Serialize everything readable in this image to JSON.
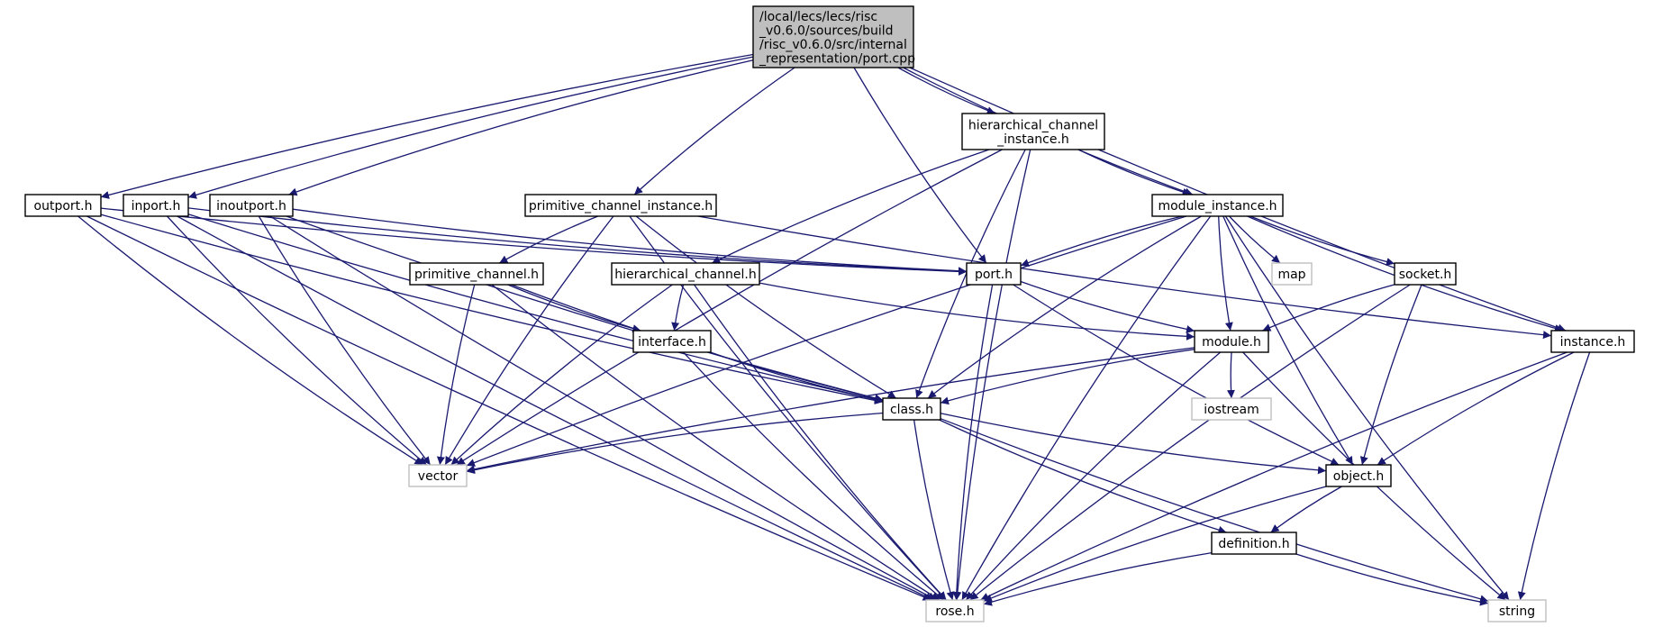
{
  "diagram": {
    "colors": {
      "edge": "#191970",
      "root_fill": "#bfbfbf",
      "node_fill": "#ffffff",
      "node_stroke": "#000000",
      "external_stroke": "#bfbfbf",
      "external_text": "#555555"
    },
    "nodes": [
      {
        "id": "port_cpp",
        "kind": "root",
        "lines": [
          "/local/lecs/lecs/risc",
          "_v0.6.0/sources/build",
          "/risc_v0.6.0/src/internal",
          "_representation/port.cpp"
        ]
      },
      {
        "id": "hierarchical_channel_instance_h",
        "kind": "file",
        "lines": [
          "hierarchical_channel",
          "_instance.h"
        ]
      },
      {
        "id": "outport_h",
        "kind": "file",
        "lines": [
          "outport.h"
        ]
      },
      {
        "id": "inport_h",
        "kind": "file",
        "lines": [
          "inport.h"
        ]
      },
      {
        "id": "inoutport_h",
        "kind": "file",
        "lines": [
          "inoutport.h"
        ]
      },
      {
        "id": "primitive_channel_instance_h",
        "kind": "file",
        "lines": [
          "primitive_channel_instance.h"
        ]
      },
      {
        "id": "module_instance_h",
        "kind": "file",
        "lines": [
          "module_instance.h"
        ]
      },
      {
        "id": "port_h",
        "kind": "file",
        "lines": [
          "port.h"
        ]
      },
      {
        "id": "map",
        "kind": "external",
        "lines": [
          "map"
        ]
      },
      {
        "id": "primitive_channel_h",
        "kind": "file",
        "lines": [
          "primitive_channel.h"
        ]
      },
      {
        "id": "hierarchical_channel_h",
        "kind": "file",
        "lines": [
          "hierarchical_channel.h"
        ]
      },
      {
        "id": "socket_h",
        "kind": "file",
        "lines": [
          "socket.h"
        ]
      },
      {
        "id": "interface_h",
        "kind": "file",
        "lines": [
          "interface.h"
        ]
      },
      {
        "id": "module_h",
        "kind": "file",
        "lines": [
          "module.h"
        ]
      },
      {
        "id": "instance_h",
        "kind": "file",
        "lines": [
          "instance.h"
        ]
      },
      {
        "id": "class_h",
        "kind": "file",
        "lines": [
          "class.h"
        ]
      },
      {
        "id": "iostream",
        "kind": "external",
        "lines": [
          "iostream"
        ]
      },
      {
        "id": "vector",
        "kind": "external",
        "lines": [
          "vector"
        ]
      },
      {
        "id": "object_h",
        "kind": "file",
        "lines": [
          "object.h"
        ]
      },
      {
        "id": "definition_h",
        "kind": "file",
        "lines": [
          "definition.h"
        ]
      },
      {
        "id": "rose_h",
        "kind": "external",
        "lines": [
          "rose.h"
        ]
      },
      {
        "id": "string",
        "kind": "external",
        "lines": [
          "string"
        ]
      }
    ],
    "edges": [
      [
        "port_cpp",
        "outport_h"
      ],
      [
        "port_cpp",
        "inport_h"
      ],
      [
        "port_cpp",
        "inoutport_h"
      ],
      [
        "port_cpp",
        "primitive_channel_instance_h"
      ],
      [
        "port_cpp",
        "port_h"
      ],
      [
        "port_cpp",
        "hierarchical_channel_instance_h"
      ],
      [
        "port_cpp",
        "module_instance_h"
      ],
      [
        "port_cpp",
        "instance_h"
      ],
      [
        "outport_h",
        "port_h"
      ],
      [
        "outport_h",
        "vector"
      ],
      [
        "outport_h",
        "rose_h"
      ],
      [
        "outport_h",
        "class_h"
      ],
      [
        "inport_h",
        "port_h"
      ],
      [
        "inport_h",
        "vector"
      ],
      [
        "inport_h",
        "rose_h"
      ],
      [
        "inport_h",
        "class_h"
      ],
      [
        "inoutport_h",
        "port_h"
      ],
      [
        "inoutport_h",
        "vector"
      ],
      [
        "inoutport_h",
        "rose_h"
      ],
      [
        "inoutport_h",
        "class_h"
      ],
      [
        "primitive_channel_instance_h",
        "primitive_channel_h"
      ],
      [
        "primitive_channel_instance_h",
        "class_h"
      ],
      [
        "primitive_channel_instance_h",
        "vector"
      ],
      [
        "primitive_channel_instance_h",
        "rose_h"
      ],
      [
        "primitive_channel_instance_h",
        "instance_h"
      ],
      [
        "hierarchical_channel_instance_h",
        "vector"
      ],
      [
        "hierarchical_channel_instance_h",
        "hierarchical_channel_h"
      ],
      [
        "hierarchical_channel_instance_h",
        "class_h"
      ],
      [
        "hierarchical_channel_instance_h",
        "rose_h"
      ],
      [
        "hierarchical_channel_instance_h",
        "module_instance_h"
      ],
      [
        "module_instance_h",
        "vector"
      ],
      [
        "module_instance_h",
        "port_h"
      ],
      [
        "module_instance_h",
        "class_h"
      ],
      [
        "module_instance_h",
        "rose_h"
      ],
      [
        "module_instance_h",
        "module_h"
      ],
      [
        "module_instance_h",
        "map"
      ],
      [
        "module_instance_h",
        "object_h"
      ],
      [
        "module_instance_h",
        "socket_h"
      ],
      [
        "module_instance_h",
        "instance_h"
      ],
      [
        "module_instance_h",
        "string"
      ],
      [
        "port_h",
        "module_h"
      ],
      [
        "port_h",
        "object_h"
      ],
      [
        "port_h",
        "rose_h"
      ],
      [
        "primitive_channel_h",
        "interface_h"
      ],
      [
        "primitive_channel_h",
        "class_h"
      ],
      [
        "primitive_channel_h",
        "vector"
      ],
      [
        "primitive_channel_h",
        "rose_h"
      ],
      [
        "hierarchical_channel_h",
        "interface_h"
      ],
      [
        "hierarchical_channel_h",
        "module_h"
      ],
      [
        "hierarchical_channel_h",
        "vector"
      ],
      [
        "hierarchical_channel_h",
        "rose_h"
      ],
      [
        "socket_h",
        "module_h"
      ],
      [
        "socket_h",
        "object_h"
      ],
      [
        "socket_h",
        "rose_h"
      ],
      [
        "interface_h",
        "class_h"
      ],
      [
        "interface_h",
        "rose_h"
      ],
      [
        "module_h",
        "class_h"
      ],
      [
        "module_h",
        "iostream"
      ],
      [
        "module_h",
        "vector"
      ],
      [
        "module_h",
        "rose_h"
      ],
      [
        "module_h",
        "string"
      ],
      [
        "instance_h",
        "object_h"
      ],
      [
        "instance_h",
        "rose_h"
      ],
      [
        "instance_h",
        "string"
      ],
      [
        "class_h",
        "vector"
      ],
      [
        "class_h",
        "object_h"
      ],
      [
        "class_h",
        "definition_h"
      ],
      [
        "class_h",
        "rose_h"
      ],
      [
        "class_h",
        "string"
      ],
      [
        "object_h",
        "definition_h"
      ],
      [
        "object_h",
        "rose_h"
      ],
      [
        "definition_h",
        "rose_h"
      ],
      [
        "definition_h",
        "string"
      ]
    ]
  }
}
